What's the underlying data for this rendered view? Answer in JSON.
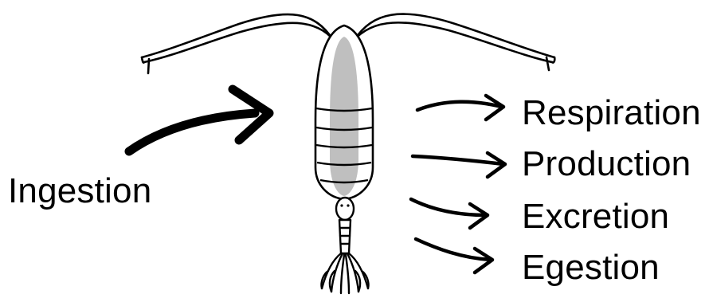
{
  "diagram": {
    "subject": "copepod",
    "input_label": "Ingestion",
    "outputs": [
      {
        "label": "Respiration"
      },
      {
        "label": "Production"
      },
      {
        "label": "Excretion"
      },
      {
        "label": "Egestion"
      }
    ]
  },
  "colors": {
    "line": "#000000",
    "body_fill": "#ffffff",
    "gut_fill": "#bfbfbf",
    "text": "#000000"
  }
}
